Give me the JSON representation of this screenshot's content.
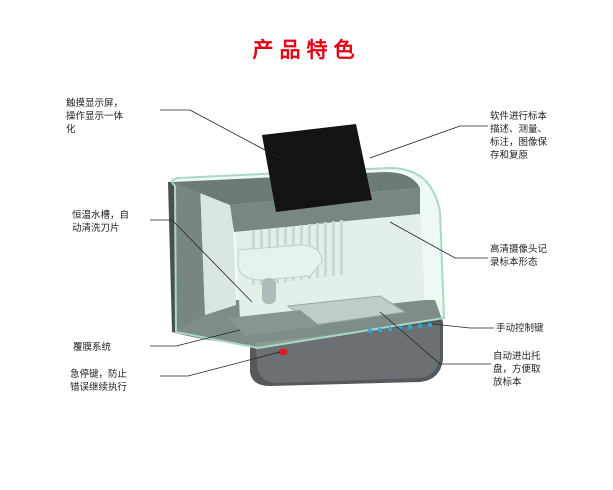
{
  "title": "产品特色",
  "colors": {
    "title": "#e60012",
    "leader_line": "#222222",
    "body_dark": "#5a5e63",
    "screen": "#131313",
    "glass": "#cfeedd",
    "status_leds": "#29a8e0",
    "estop": "#d81e2a"
  },
  "callouts": {
    "touch_screen": "触摸显示屏，\n操作显示一体\n化",
    "water_bath": "恒温水槽，自\n动清洗刀片",
    "film_system": "覆膜系统",
    "emergency_stop": "急停键，防止\n错误继续执行",
    "software": "软件进行标本\n描述、测量、\n标注，图像保\n存和复原",
    "camera": "高清摄像头记\n录标本形态",
    "manual_keys": "手动控制键",
    "auto_tray": "自动进出托\n盘，方便取\n放标本"
  },
  "icons": {
    "machine": "specimen-processing-machine-illustration"
  }
}
